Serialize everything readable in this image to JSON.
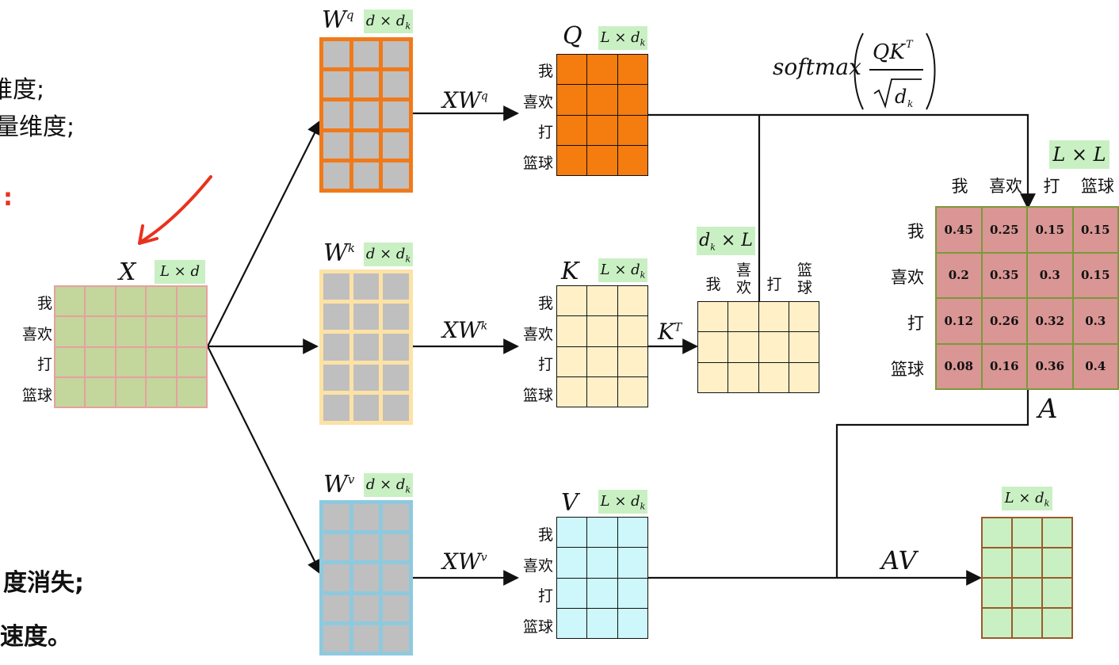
{
  "side_text": {
    "line1": "维度;",
    "line2": "量维度;",
    "line3": ":",
    "line4": "度消失;",
    "line5": "速度。"
  },
  "tokens": [
    "我",
    "喜欢",
    "打",
    "篮球"
  ],
  "labels": {
    "X": "X",
    "X_dim": "L × d",
    "Wq": "W",
    "Wq_sup": "q",
    "Wq_dim": "d × d",
    "Wk": "W",
    "Wk_sup": "k",
    "Wk_dim": "d × d",
    "Wv": "W",
    "Wv_sup": "v",
    "Wv_dim": "d × d",
    "Q": "Q",
    "Q_dim": "L × d",
    "K": "K",
    "K_dim": "L × d",
    "V": "V",
    "V_dim": "L × d",
    "XWq": "XW",
    "XWq_sup": "q",
    "XWk": "XW",
    "XWk_sup": "k",
    "XWv": "XW",
    "XWv_sup": "v",
    "KT": "K",
    "KT_sup": "T",
    "KT_dim": "d × L",
    "softmax": "softmax",
    "A_dim": "L × L",
    "A": "A",
    "AV": "AV",
    "out_dim": "L × d",
    "sub_k": "k"
  },
  "kt_cols": [
    "我",
    "喜欢",
    "打",
    "篮球"
  ],
  "attention": {
    "rows": [
      "我",
      "喜欢",
      "打",
      "篮球"
    ],
    "cols": [
      "我",
      "喜欢",
      "打",
      "篮球"
    ],
    "values": [
      [
        "0.45",
        "0.25",
        "0.15",
        "0.15"
      ],
      [
        "0.2",
        "0.35",
        "0.3",
        "0.15"
      ],
      [
        "0.12",
        "0.26",
        "0.32",
        "0.3"
      ],
      [
        "0.08",
        "0.16",
        "0.36",
        "0.4"
      ]
    ]
  },
  "colors": {
    "x_fill": "#c3d69b",
    "x_line": "#e6a0a0",
    "wq_line": "#f07a1a",
    "wk_line": "#fde2a6",
    "wv_line": "#8ec9de",
    "w_fill": "#bfbfbf",
    "q_fill": "#f57c0e",
    "k_fill": "#fff0c8",
    "v_fill": "#cdf7fa",
    "a_fill": "#d99694",
    "a_line": "#7a9a3c",
    "out_fill": "#c9f0c3",
    "out_line": "#9b5a2a"
  }
}
